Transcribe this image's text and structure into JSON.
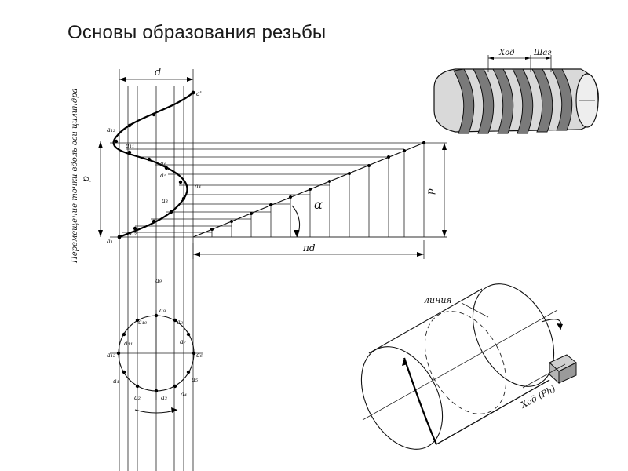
{
  "slide": {
    "title": "Основы образования резьбы"
  },
  "diagram_labels": {
    "diameter": "d",
    "pitch_left": "p",
    "pitch_right": "p",
    "angle": "α",
    "circumference": "πd",
    "axis_note": "Перемещение точки вдоль оси цилиндра",
    "points_top": "a",
    "a_prime": "a'",
    "hod": "Ход",
    "shag": "Шаг",
    "liniya": "линия",
    "hod_ph": "Ход (Ph)"
  },
  "point_labels": [
    "a₁",
    "a₂",
    "a₃",
    "a₄",
    "a₅",
    "a₆",
    "a₇",
    "a₈",
    "a₉",
    "a₁₀",
    "a₁₁",
    "a₁₂"
  ]
}
